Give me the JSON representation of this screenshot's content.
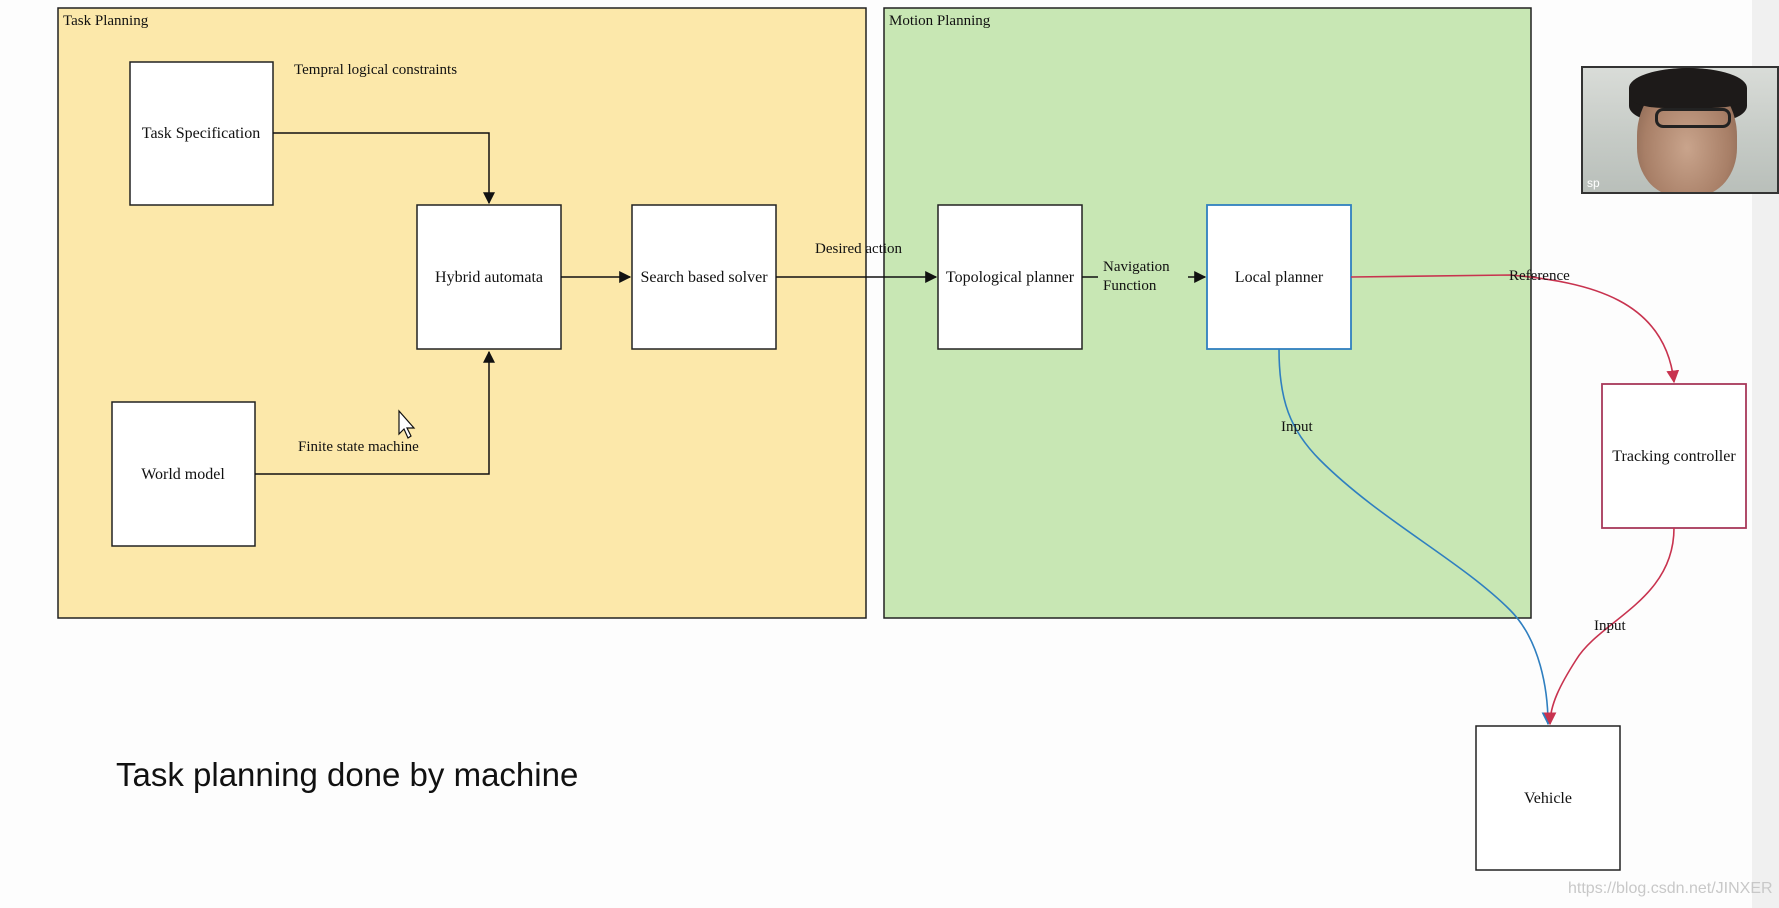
{
  "regions": {
    "task_planning": "Task Planning",
    "motion_planning": "Motion Planning"
  },
  "nodes": {
    "task_specification": "Task Specification",
    "hybrid_automata": "Hybrid automata",
    "search_based_solver": "Search based solver",
    "world_model": "World model",
    "topological_planner": "Topological planner",
    "local_planner": "Local planner",
    "tracking_controller": "Tracking controller",
    "vehicle": "Vehicle"
  },
  "edge_labels": {
    "temporal_constraints": "Tempral logical constraints",
    "finite_state_machine": "Finite state machine",
    "desired_action": "Desired action",
    "navigation_line1": "Navigation",
    "navigation_line2": "Function",
    "reference": "Reference",
    "input_local": "Input",
    "input_tracking": "Input"
  },
  "caption": "Task planning done by machine",
  "webcam": {
    "name_tag": "sp"
  },
  "watermark": "https://blog.csdn.net/JINXER",
  "colors": {
    "task_region": "#fce8aa",
    "motion_region": "#c8e7b4",
    "local_planner_border": "#2f7fc0",
    "tracking_border": "#a8385a",
    "reference_edge": "#c8334f",
    "input_edge_blue": "#2f7fc0"
  }
}
